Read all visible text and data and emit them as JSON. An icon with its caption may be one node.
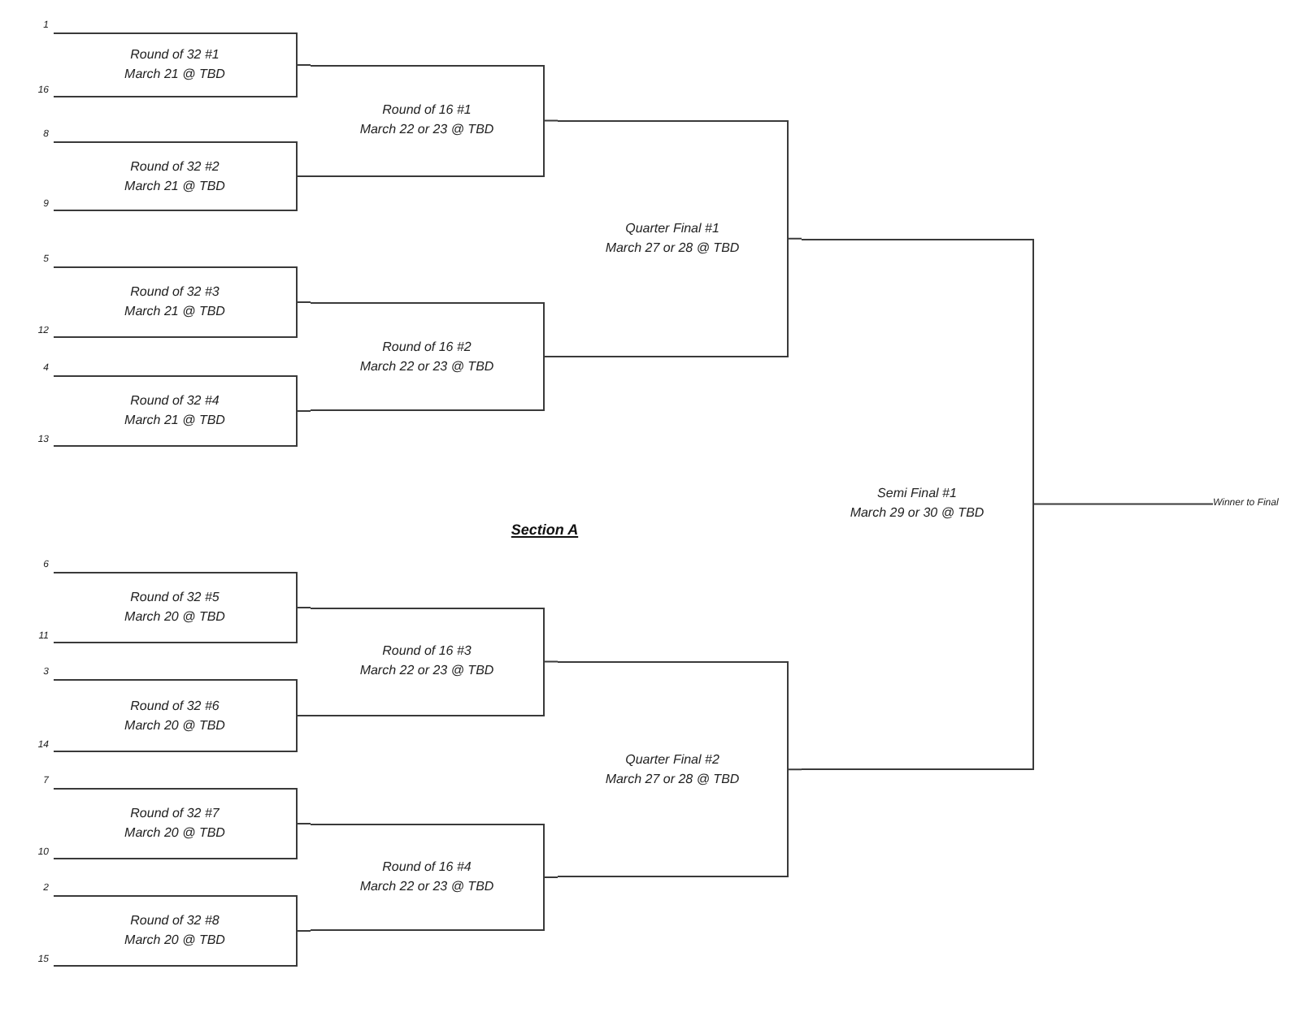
{
  "diagram": {
    "title": "Section A",
    "nodes": [
      {
        "text": [
          "Round of 32 #1",
          "March 21 @ TBD"
        ],
        "beside": [
          "1",
          "16"
        ]
      },
      {
        "text": [
          "Round of 32 #2",
          "March 21 @ TBD"
        ],
        "beside": [
          "8",
          "9"
        ]
      },
      {
        "text": [
          "Round of 32 #3",
          "March 21 @ TBD"
        ],
        "beside": [
          "5",
          "12"
        ]
      },
      {
        "text": [
          "Round of 32 #4",
          "March 21 @ TBD"
        ],
        "beside": [
          "4",
          "13"
        ]
      },
      {
        "text": [
          "Round of 32 #5",
          "March 20 @ TBD"
        ],
        "beside": [
          "6",
          "11"
        ]
      },
      {
        "text": [
          "Round of 32 #6",
          "March 20 @ TBD"
        ],
        "beside": [
          "3",
          "14"
        ]
      },
      {
        "text": [
          "Round of 32 #7",
          "March 20 @ TBD"
        ],
        "beside": [
          "7",
          "10"
        ]
      },
      {
        "text": [
          "Round of 32 #8",
          "March 20 @ TBD"
        ],
        "beside": [
          "2",
          "15"
        ]
      },
      {
        "text": [
          "Round of 16 #1",
          "March 22 or 23 @ TBD"
        ]
      },
      {
        "text": [
          "Round of 16 #2",
          "March 22 or 23 @ TBD"
        ]
      },
      {
        "text": [
          "Round of 16 #3",
          "March 22 or 23 @ TBD"
        ]
      },
      {
        "text": [
          "Round of 16 #4",
          "March 22 or 23 @ TBD"
        ]
      },
      {
        "text": [
          "Quarter Final #1",
          "March 27 or 28 @ TBD"
        ]
      },
      {
        "text": [
          "Quarter Final #2",
          "March 27 or 28 @ TBD"
        ]
      },
      {
        "text": [
          "Semi Final #1",
          "March 29 or 30 @ TBD"
        ]
      },
      {
        "text": [
          "Winner to Final"
        ]
      }
    ],
    "edges": [
      {
        "from": 0,
        "to": 8,
        "arrow": "none"
      },
      {
        "from": 1,
        "to": 8,
        "arrow": "none"
      },
      {
        "from": 2,
        "to": 9,
        "arrow": "none"
      },
      {
        "from": 3,
        "to": 9,
        "arrow": "none"
      },
      {
        "from": 4,
        "to": 10,
        "arrow": "none"
      },
      {
        "from": 5,
        "to": 10,
        "arrow": "none"
      },
      {
        "from": 6,
        "to": 11,
        "arrow": "none"
      },
      {
        "from": 7,
        "to": 11,
        "arrow": "none"
      },
      {
        "from": 8,
        "to": 12,
        "arrow": "none"
      },
      {
        "from": 9,
        "to": 12,
        "arrow": "none"
      },
      {
        "from": 10,
        "to": 13,
        "arrow": "none"
      },
      {
        "from": 11,
        "to": 13,
        "arrow": "none"
      },
      {
        "from": 12,
        "to": 14,
        "arrow": "none"
      },
      {
        "from": 13,
        "to": 14,
        "arrow": "none"
      },
      {
        "from": 14,
        "to": 15,
        "arrow": "none"
      }
    ]
  }
}
